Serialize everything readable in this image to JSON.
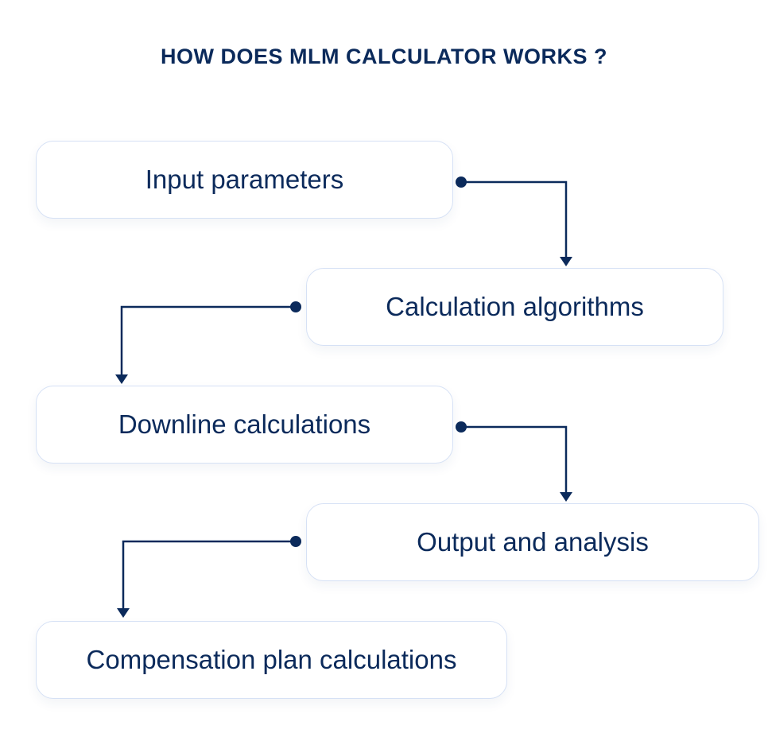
{
  "title": "HOW DOES MLM CALCULATOR WORKS ?",
  "colors": {
    "text": "#0b2a5b",
    "connector": "#0b2a5b",
    "box_border": "#d6e1f5",
    "background": "#ffffff"
  },
  "steps": [
    {
      "label": "Input parameters"
    },
    {
      "label": "Calculation algorithms"
    },
    {
      "label": "Downline calculations"
    },
    {
      "label": "Output and analysis"
    },
    {
      "label": "Compensation plan calculations"
    }
  ]
}
